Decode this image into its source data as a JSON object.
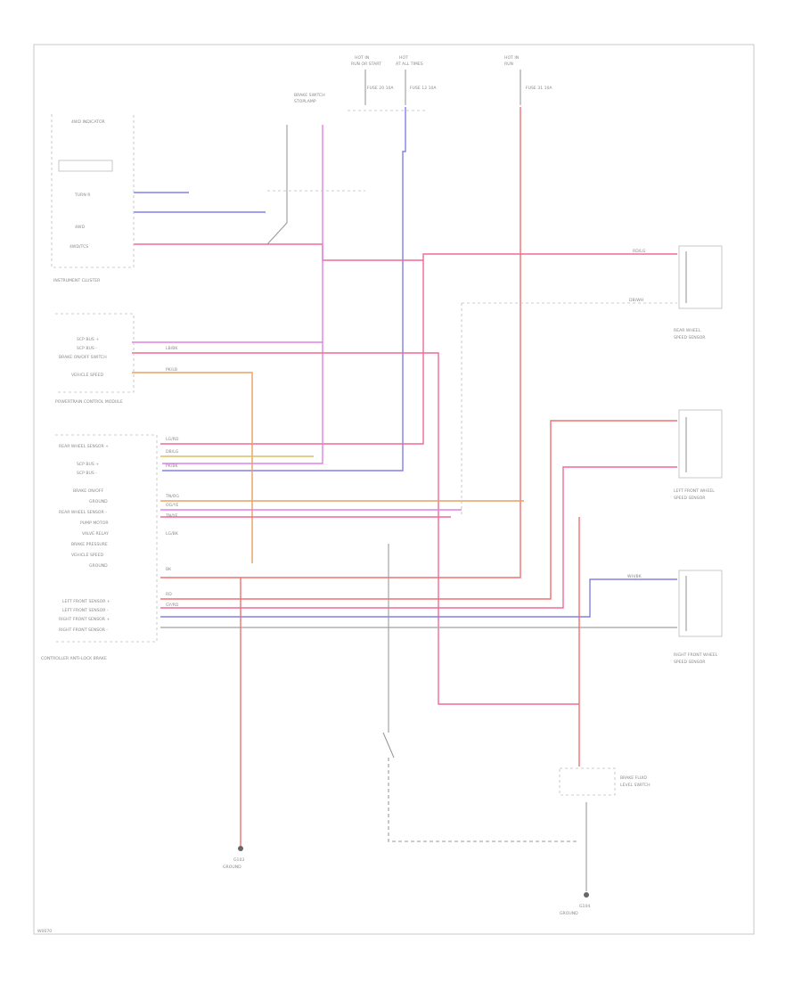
{
  "diagram": {
    "footer_code": "W0070",
    "colors": {
      "red": "#f07070",
      "pink": "#f06a96",
      "magenta": "#e080e8",
      "blue": "#8080e8",
      "orange": "#e8a060",
      "yellow": "#d8c060",
      "gray": "#b0b0b0",
      "black": "#8a8a8a"
    },
    "components": {
      "instrument_cluster": {
        "title": "4WD INDICATOR",
        "sub": "INSTRUMENT CLUSTER",
        "pins": [
          "TURN R",
          "4WD",
          "4WD/TCS"
        ]
      },
      "fuse_top_left": {
        "line1": "HOT IN",
        "line2": "RUN OR START",
        "fuse": "FUSE 20 10A"
      },
      "fuse_top_mid": {
        "line1": "HOT",
        "line2": "AT ALL TIMES",
        "fuse": "FUSE 12 10A"
      },
      "fuse_top_right": {
        "line1": "HOT IN",
        "line2": "RUN",
        "fuse": "FUSE 31 10A"
      },
      "brake_switch": {
        "title": "BRAKE SWITCH",
        "sub": "STOPLAMP"
      },
      "pcm": {
        "title": "POWERTRAIN CONTROL MODULE",
        "pins": [
          "SCP BUS +",
          "SCP BUS -",
          "BRAKE ON/OFF SWITCH",
          "VEHICLE SPEED"
        ]
      },
      "abs": {
        "title": "CONTROLLER ANTI-LOCK BRAKE",
        "pins": [
          "REAR WHEEL SENSOR +",
          "SCP BUS +",
          "SCP BUS -",
          "BRAKE ON/OFF",
          "GROUND",
          "REAR WHEEL SENSOR -",
          "PUMP MOTOR",
          "VALVE RELAY",
          "BRAKE PRESSURE",
          "VEHICLE SPEED",
          "GROUND",
          "LEFT FRONT SENSOR +",
          "LEFT FRONT SENSOR -",
          "RIGHT FRONT SENSOR +",
          "RIGHT FRONT SENSOR -"
        ]
      },
      "rear_sensor": {
        "title": "REAR WHEEL",
        "sub": "SPEED SENSOR"
      },
      "lf_sensor": {
        "title": "LEFT FRONT WHEEL",
        "sub": "SPEED SENSOR"
      },
      "rf_sensor": {
        "title": "RIGHT FRONT WHEEL",
        "sub": "SPEED SENSOR"
      },
      "brake_fluid": {
        "title": "BRAKE FLUID",
        "sub": "LEVEL SWITCH"
      },
      "ground_left": {
        "title": "G103",
        "sub": "GROUND"
      },
      "ground_right": {
        "title": "G104",
        "sub": "GROUND"
      }
    },
    "wire_codes": {
      "w1": "LG/RD",
      "w2": "DB/LG",
      "w3": "PK/BK",
      "w4": "TN/OG",
      "w5": "RD",
      "w6": "OG/YE",
      "w7": "TN/YE",
      "w8": "LG/BK",
      "w9": "BK",
      "w10": "GY/RD",
      "w11": "RD/LG",
      "w12": "DB/WH",
      "w13": "WH/BK",
      "w14": "LB/BK",
      "w15": "PK/LB"
    }
  }
}
